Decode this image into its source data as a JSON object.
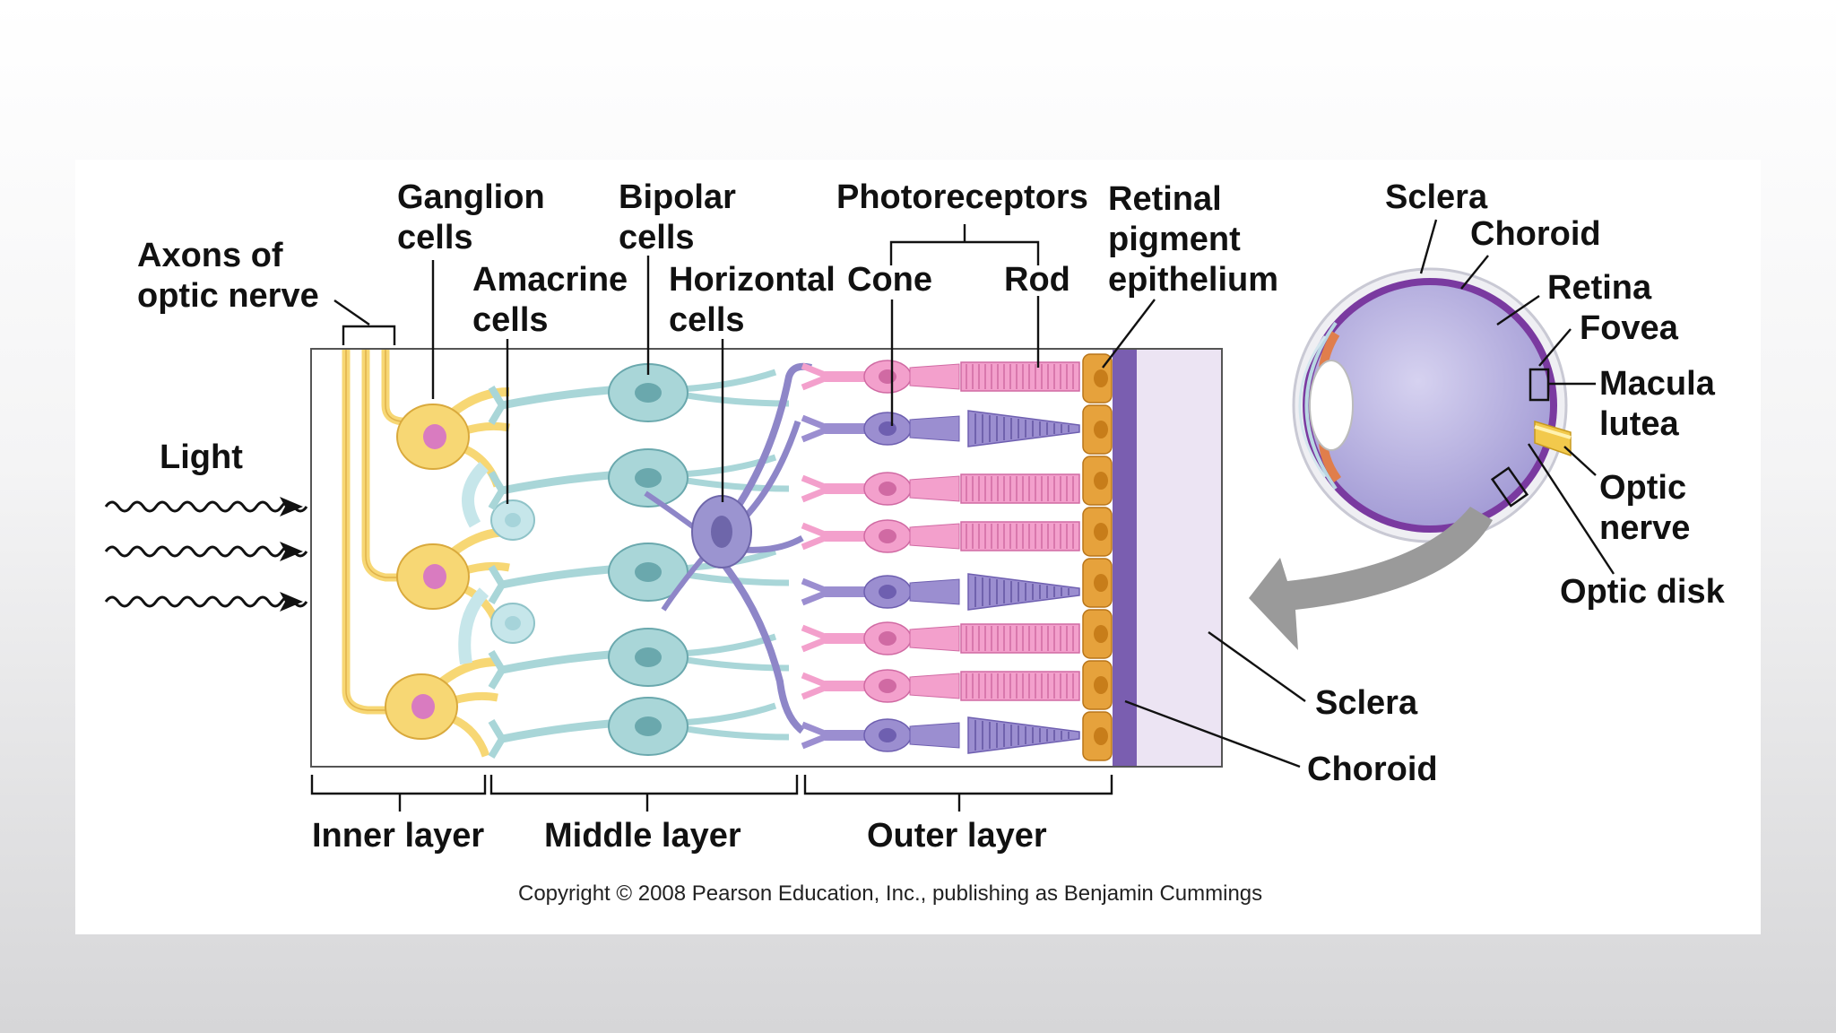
{
  "labels": {
    "axons": [
      "Axons of",
      "optic nerve"
    ],
    "ganglion": [
      "Ganglion",
      "cells"
    ],
    "amacrine": [
      "Amacrine",
      "cells"
    ],
    "bipolar": [
      "Bipolar",
      "cells"
    ],
    "horizontal": [
      "Horizontal",
      "cells"
    ],
    "photoreceptors": "Photoreceptors",
    "cone": "Cone",
    "rod": "Rod",
    "rpe": [
      "Retinal",
      "pigment",
      "epithelium"
    ],
    "light": "Light",
    "sclera_bottom": "Sclera",
    "choroid_bottom": "Choroid",
    "inner_layer": "Inner layer",
    "middle_layer": "Middle layer",
    "outer_layer": "Outer layer",
    "eye_sclera": "Sclera",
    "eye_choroid": "Choroid",
    "eye_retina": "Retina",
    "eye_fovea": "Fovea",
    "macula": [
      "Macula",
      "lutea"
    ],
    "optic_nerve": [
      "Optic",
      "nerve"
    ],
    "optic_disk": "Optic disk"
  },
  "copyright": "Copyright © 2008 Pearson Education, Inc., publishing as Benjamin Cummings",
  "colors": {
    "ganglion": "#f7d774",
    "ganglion_nucleus": "#d97bc0",
    "bipolar": "#a9d6d8",
    "horizontal": "#8e86c8",
    "rod": "#f3a0cc",
    "cone": "#9b8ed0",
    "rpe": "#e6a23c",
    "choroid": "#7a5eb0",
    "sclera": "#ece4f3",
    "eyeball": "#b3acdc",
    "arrow": "#9a9a9a"
  }
}
